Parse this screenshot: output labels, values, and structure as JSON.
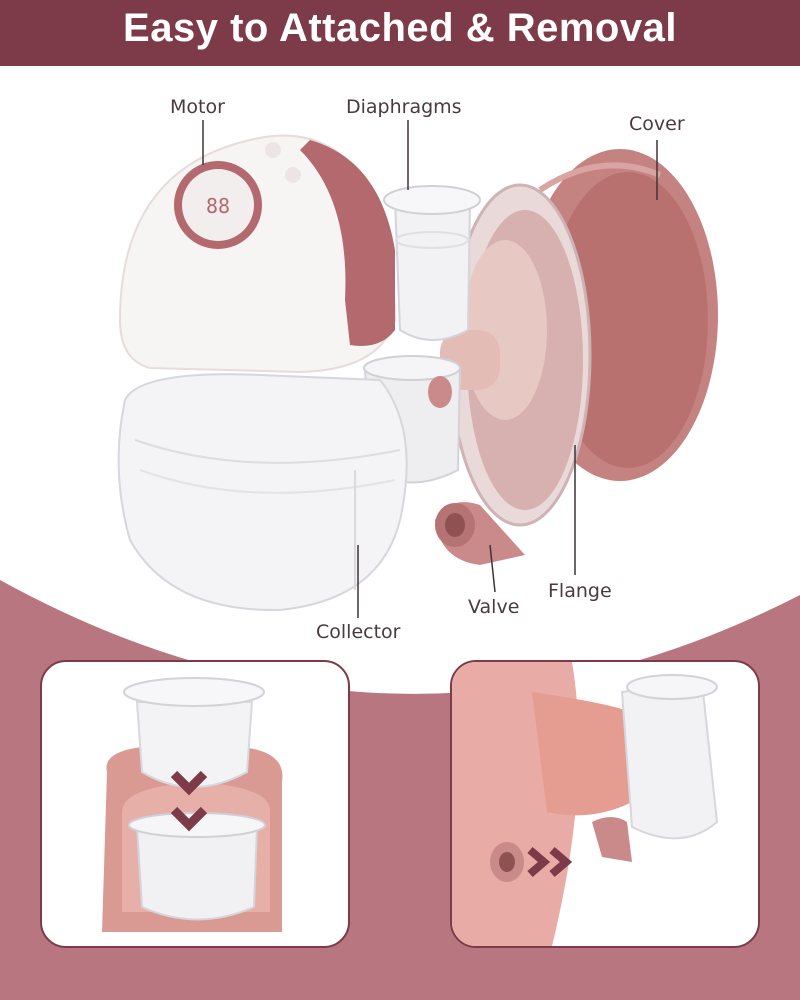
{
  "header": {
    "title": "Easy to Attached & Removal"
  },
  "parts": {
    "motor": "Motor",
    "diaphragms": "Diaphragms",
    "cover": "Cover",
    "flange": "Flange",
    "valve": "Valve",
    "collector": "Collector"
  },
  "colors": {
    "header": "#7d3a48",
    "accent": "#b87780",
    "rose": "#c98a89",
    "panel_border": "#7d3a48"
  }
}
